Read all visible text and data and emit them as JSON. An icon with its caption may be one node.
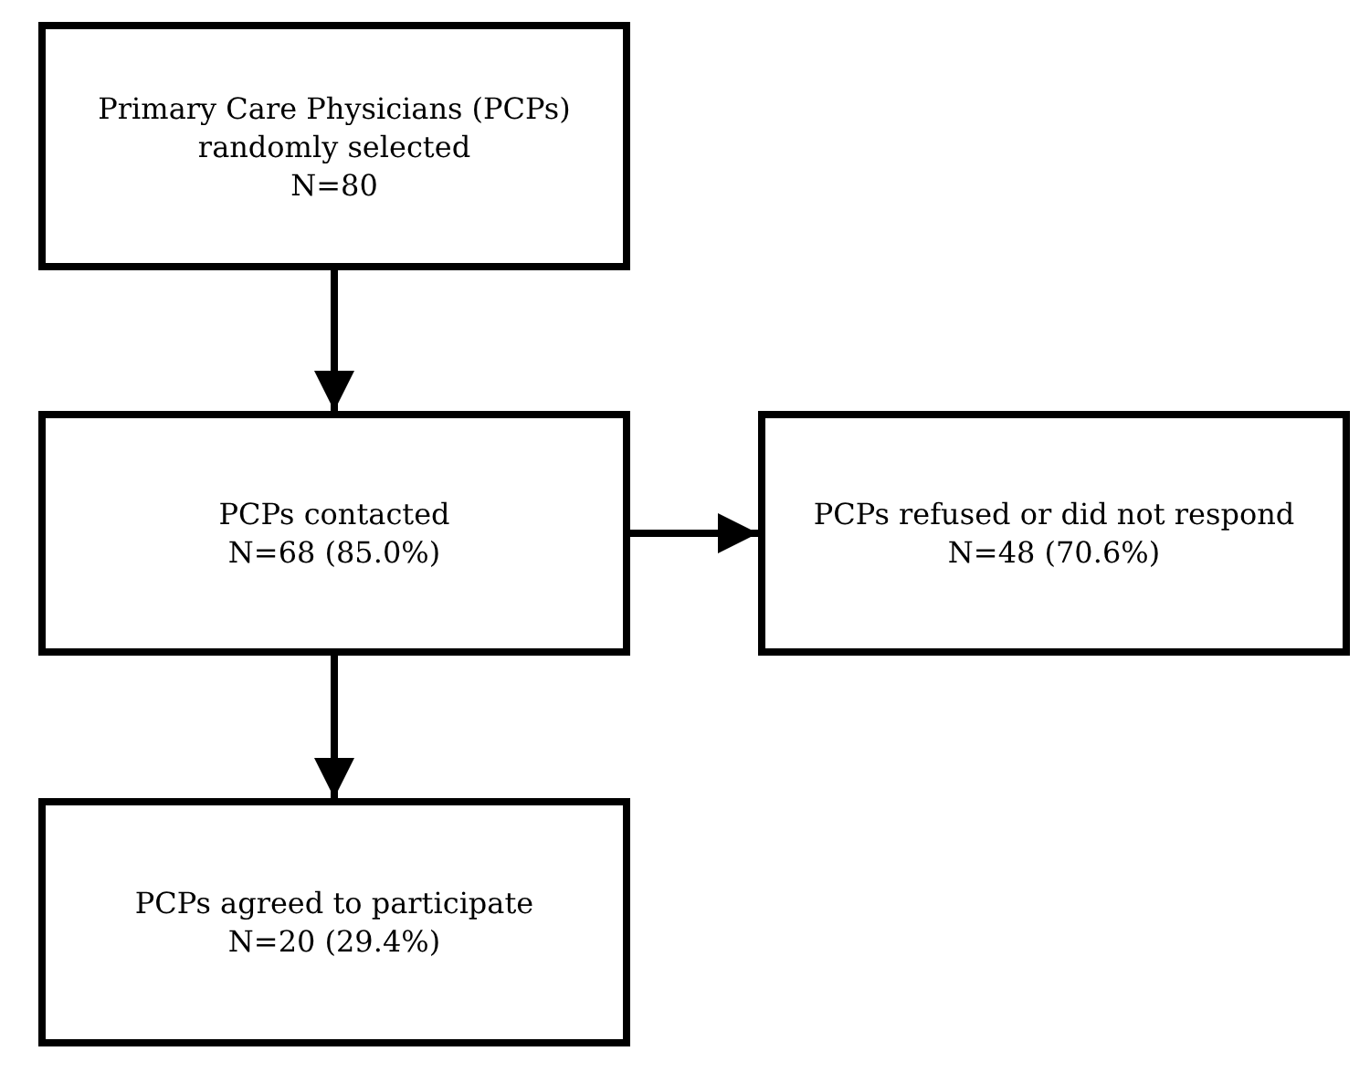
{
  "diagram": {
    "nodes": [
      {
        "text": [
          "Primary Care Physicians (PCPs) randomly selected",
          "N=80"
        ]
      },
      {
        "text": [
          "PCPs contacted",
          "N=68 (85.0%)"
        ]
      },
      {
        "text": [
          "PCPs refused or did not respond",
          "N=48 (70.6%)"
        ]
      },
      {
        "text": [
          "PCPs agreed to participate",
          "N=20 (29.4%)"
        ]
      }
    ],
    "edges": [
      {
        "from": 0,
        "to": 1,
        "arrow": "to"
      },
      {
        "from": 1,
        "to": 2,
        "arrow": "to"
      },
      {
        "from": 1,
        "to": 3,
        "arrow": "to"
      }
    ]
  }
}
